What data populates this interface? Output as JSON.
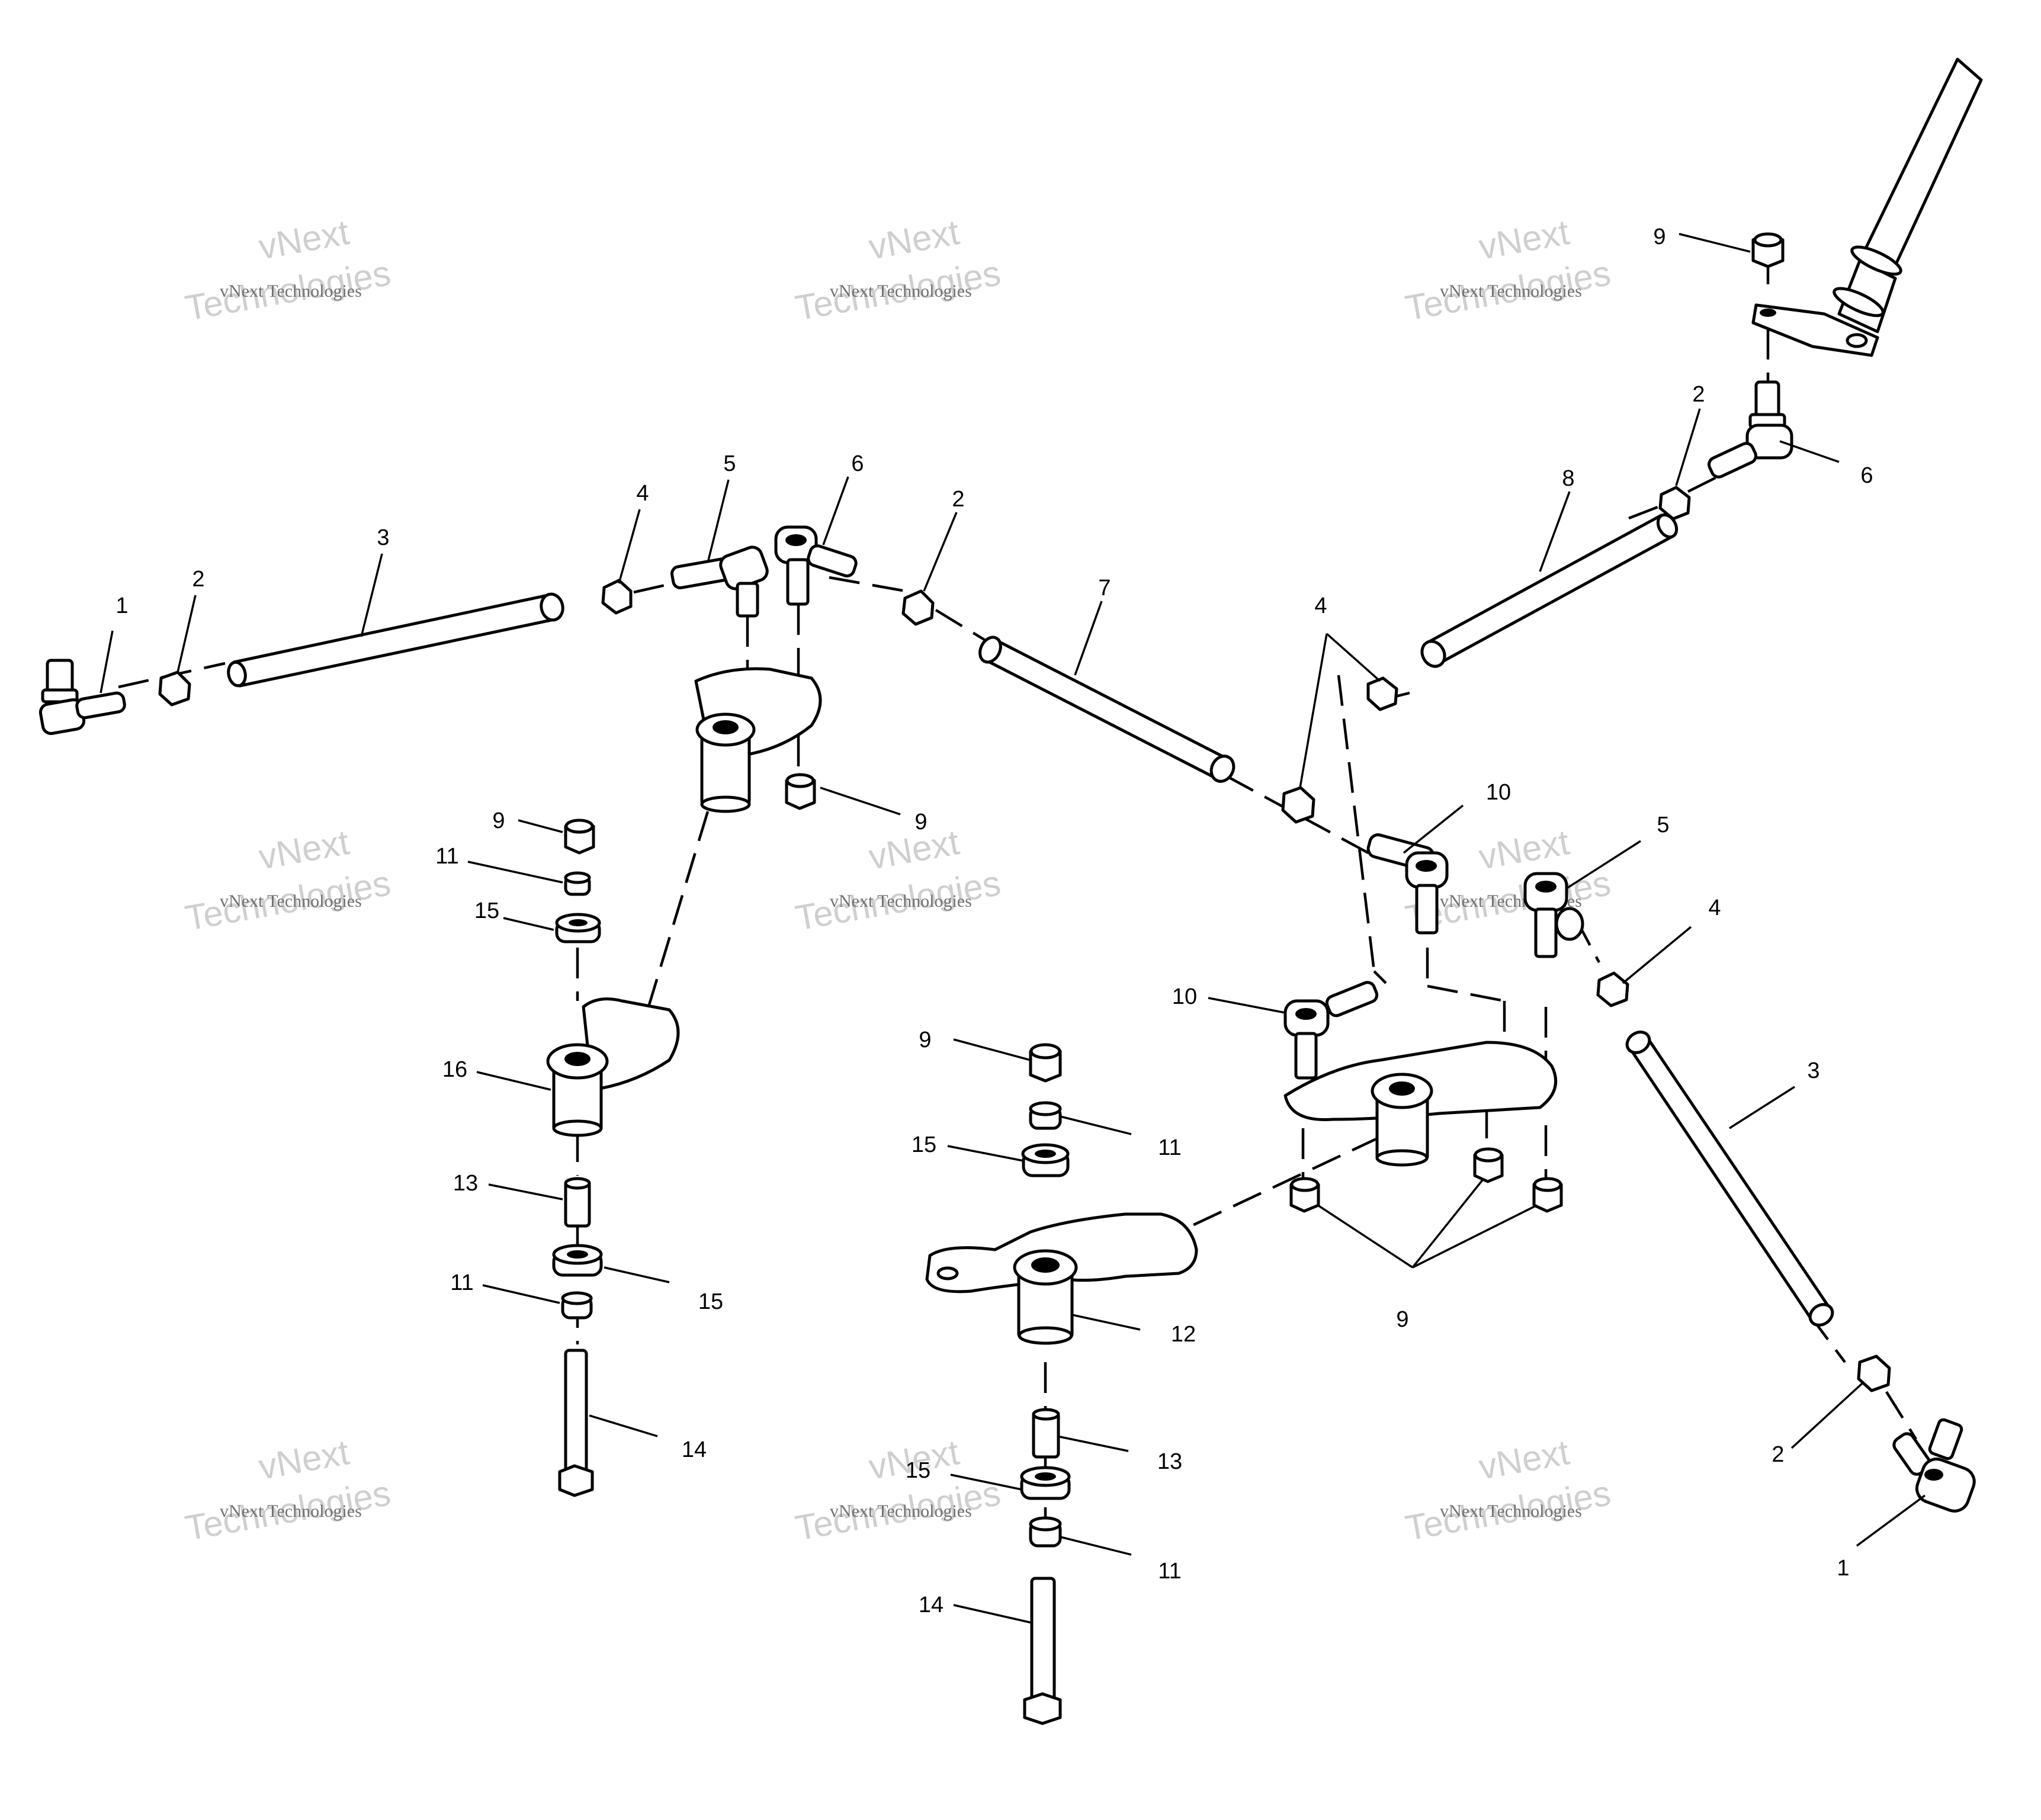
{
  "watermark": {
    "line_small": "vNext Technologies",
    "line_big_1": "vNext",
    "line_big_2": "Technologies"
  },
  "callouts": [
    {
      "id": "c1a",
      "label": "1"
    },
    {
      "id": "c2a",
      "label": "2"
    },
    {
      "id": "c3a",
      "label": "3"
    },
    {
      "id": "c4a",
      "label": "4"
    },
    {
      "id": "c5a",
      "label": "5"
    },
    {
      "id": "c6a",
      "label": "6"
    },
    {
      "id": "c2b",
      "label": "2"
    },
    {
      "id": "c7",
      "label": "7"
    },
    {
      "id": "c4b",
      "label": "4"
    },
    {
      "id": "c8",
      "label": "8"
    },
    {
      "id": "c2c",
      "label": "2"
    },
    {
      "id": "c6b",
      "label": "6"
    },
    {
      "id": "c9a",
      "label": "9"
    },
    {
      "id": "c9b",
      "label": "9"
    },
    {
      "id": "c9c",
      "label": "9"
    },
    {
      "id": "c11a",
      "label": "11"
    },
    {
      "id": "c15a",
      "label": "15"
    },
    {
      "id": "c16",
      "label": "16"
    },
    {
      "id": "c13a",
      "label": "13"
    },
    {
      "id": "c15b",
      "label": "15"
    },
    {
      "id": "c11b",
      "label": "11"
    },
    {
      "id": "c14a",
      "label": "14"
    },
    {
      "id": "c10a",
      "label": "10"
    },
    {
      "id": "c10b",
      "label": "10"
    },
    {
      "id": "c5b",
      "label": "5"
    },
    {
      "id": "c4c",
      "label": "4"
    },
    {
      "id": "c3b",
      "label": "3"
    },
    {
      "id": "c9d",
      "label": "9"
    },
    {
      "id": "c11c",
      "label": "11"
    },
    {
      "id": "c15c",
      "label": "15"
    },
    {
      "id": "c12",
      "label": "12"
    },
    {
      "id": "c13b",
      "label": "13"
    },
    {
      "id": "c15d",
      "label": "15"
    },
    {
      "id": "c11d",
      "label": "11"
    },
    {
      "id": "c14b",
      "label": "14"
    },
    {
      "id": "c9e",
      "label": "9"
    },
    {
      "id": "c2d",
      "label": "2"
    },
    {
      "id": "c1b",
      "label": "1"
    }
  ]
}
